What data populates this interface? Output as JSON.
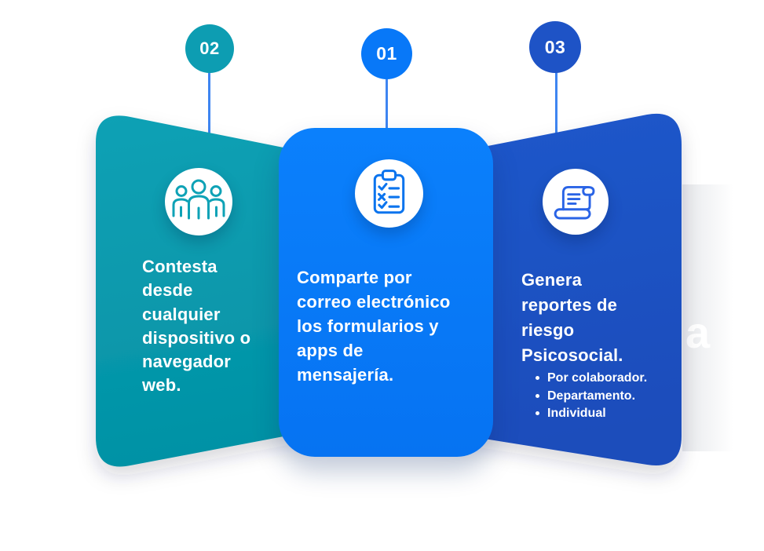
{
  "infographic": {
    "connector_color": "#3E85F1",
    "ghost_letter": "a",
    "steps": [
      {
        "position": "left",
        "badge": "02",
        "badge_color": "#0D9DB2",
        "card_top_color": "#11A1B5",
        "card_bottom_color": "#0292A5",
        "icon": "people-group-icon",
        "icon_color": "#0EA2B6",
        "text": "Contesta\ndesde\ncualquier\ndispositivo o\nnavegador\nweb."
      },
      {
        "position": "center",
        "badge": "01",
        "badge_color": "#0878F8",
        "card_top_color": "#0B80FC",
        "card_bottom_color": "#0673F2",
        "icon": "checklist-clipboard-icon",
        "icon_color": "#0B74EE",
        "text": "Comparte por\ncorreo electrónico\nlos formularios y\napps de\nmensajería."
      },
      {
        "position": "right",
        "badge": "03",
        "badge_color": "#1E53C6",
        "card_top_color": "#2057CB",
        "card_bottom_color": "#1B4DBB",
        "icon": "report-scroll-icon",
        "icon_color": "#2A64E6",
        "heading": "Genera\nreportes de\nriesgo\nPsicosocial.",
        "bullets": [
          "Por colaborador.",
          "Departamento.",
          "Individual"
        ]
      }
    ]
  }
}
